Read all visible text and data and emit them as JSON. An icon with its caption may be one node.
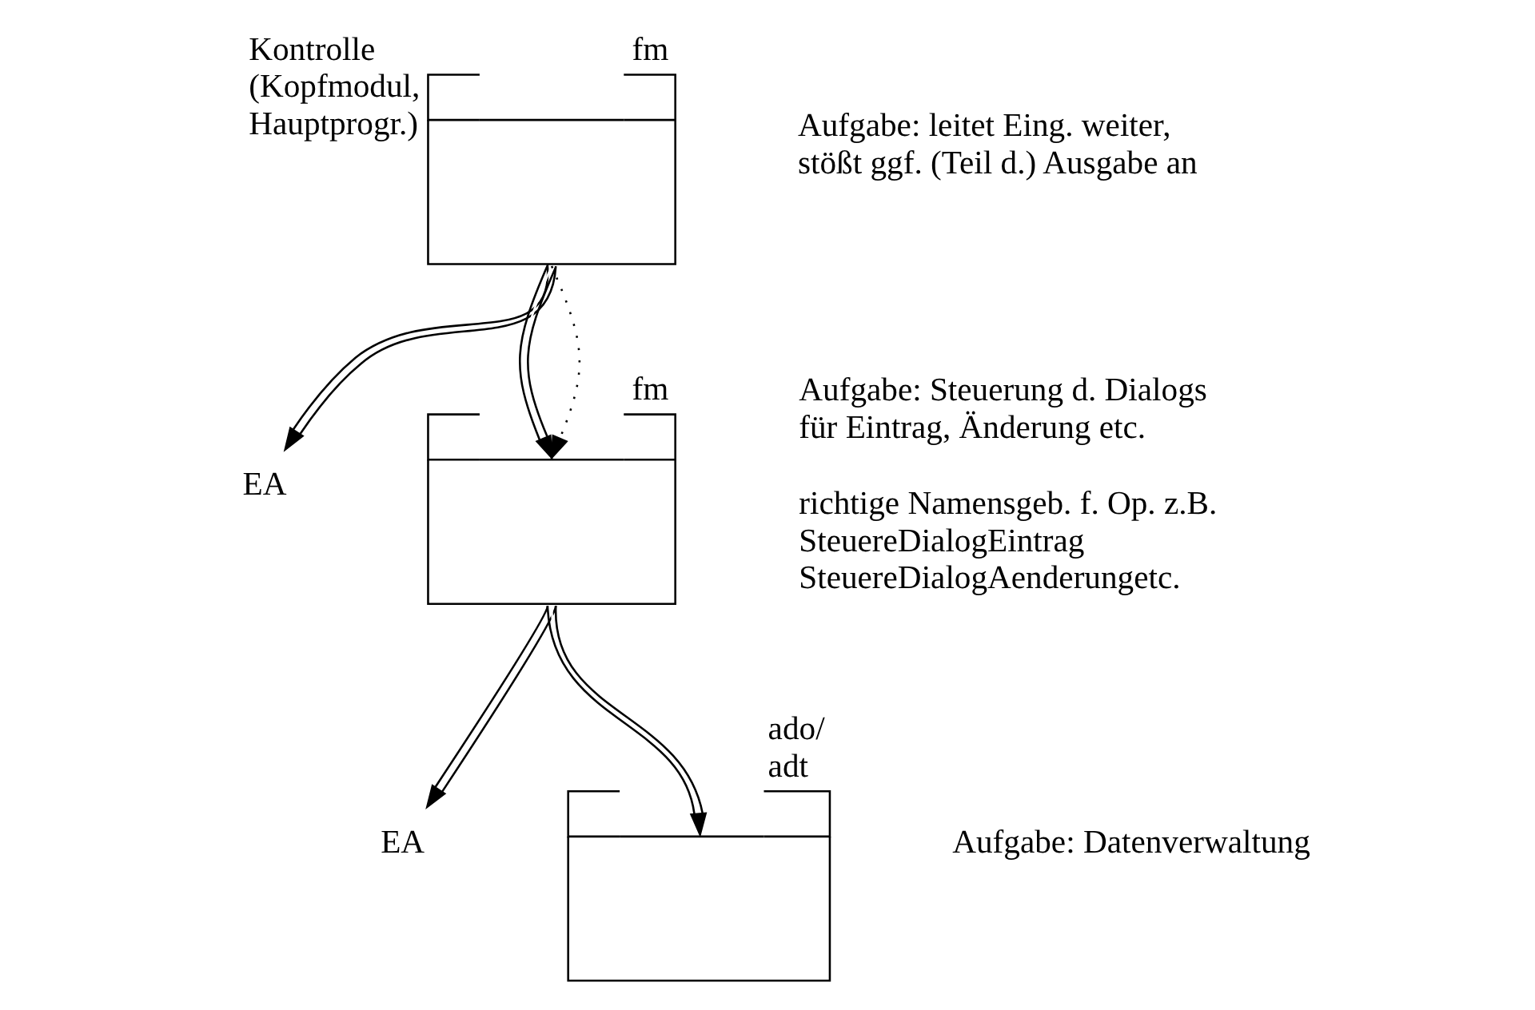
{
  "diagram": {
    "nodes": [
      {
        "text": [
          "Kontrolle (Kopfmodul, Hauptprogr.)",
          "fm"
        ],
        "beside": [
          "Aufgabe: leitet Eing. weiter, stößt ggf. (Teil d.) Ausgabe an"
        ]
      },
      {
        "text": [
          "EA"
        ]
      },
      {
        "text": [
          "fm"
        ],
        "beside": [
          "Aufgabe: Steuerung d. Dialogs für Eintrag, Änderung etc.",
          "richtige Namensgeb. f. Op. z.B. SteuereDialogEintrag SteuereDialogAenderungetc."
        ]
      },
      {
        "text": [
          "EA"
        ]
      },
      {
        "text": [
          "ado/ adt"
        ],
        "beside": [
          "Aufgabe: Datenverwaltung"
        ]
      }
    ],
    "edges": [
      {
        "from": 0,
        "to": 1,
        "arrow": "to"
      },
      {
        "from": 0,
        "to": 2,
        "arrow": "to"
      },
      {
        "from": 0,
        "to": 2,
        "arrow": "to",
        "style": "dashed"
      },
      {
        "from": 2,
        "to": 3,
        "arrow": "to"
      },
      {
        "from": 2,
        "to": 4,
        "arrow": "to"
      }
    ]
  }
}
